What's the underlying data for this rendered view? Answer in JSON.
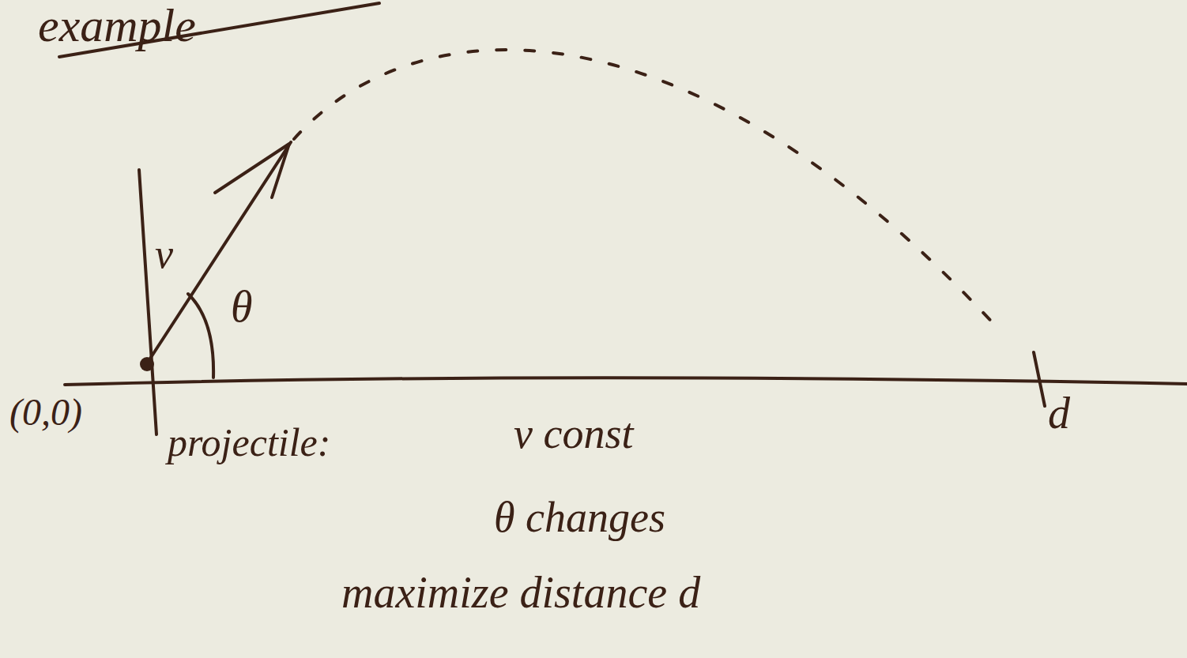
{
  "diagram": {
    "title": "example",
    "labels": [
      "v",
      "θ",
      "(0,0)",
      "projectile:",
      "v const",
      "θ changes",
      "maximize distance d",
      "d"
    ]
  }
}
